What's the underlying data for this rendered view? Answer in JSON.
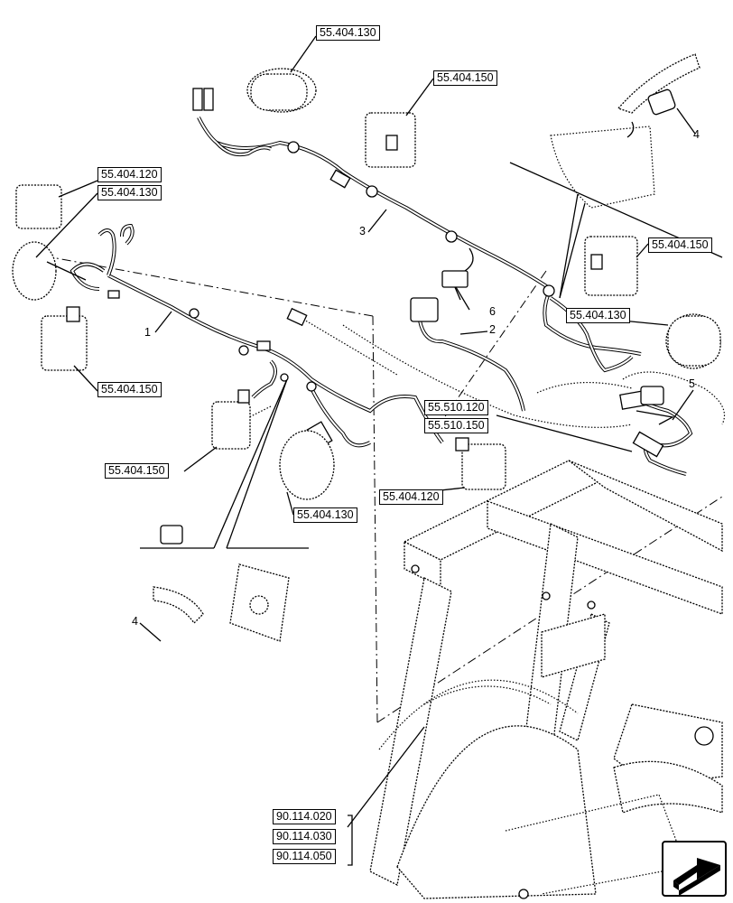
{
  "refs": {
    "r1": "55.404.130",
    "r2": "55.404.150",
    "r3": "55.404.120",
    "r4": "55.404.130",
    "r5": "55.404.150",
    "r6": "55.404.130",
    "r7": "55.404.150",
    "r8": "55.510.120",
    "r9": "55.510.150",
    "r10": "55.404.150",
    "r11": "55.404.120",
    "r12": "55.404.130",
    "r13": "90.114.020",
    "r14": "90.114.030",
    "r15": "90.114.050"
  },
  "items": {
    "i1": "1",
    "i2": "2",
    "i3": "3",
    "i4a": "4",
    "i4b": "4",
    "i5": "5",
    "i6": "6"
  },
  "icons": {
    "nav": "next-page-arrow-icon"
  }
}
